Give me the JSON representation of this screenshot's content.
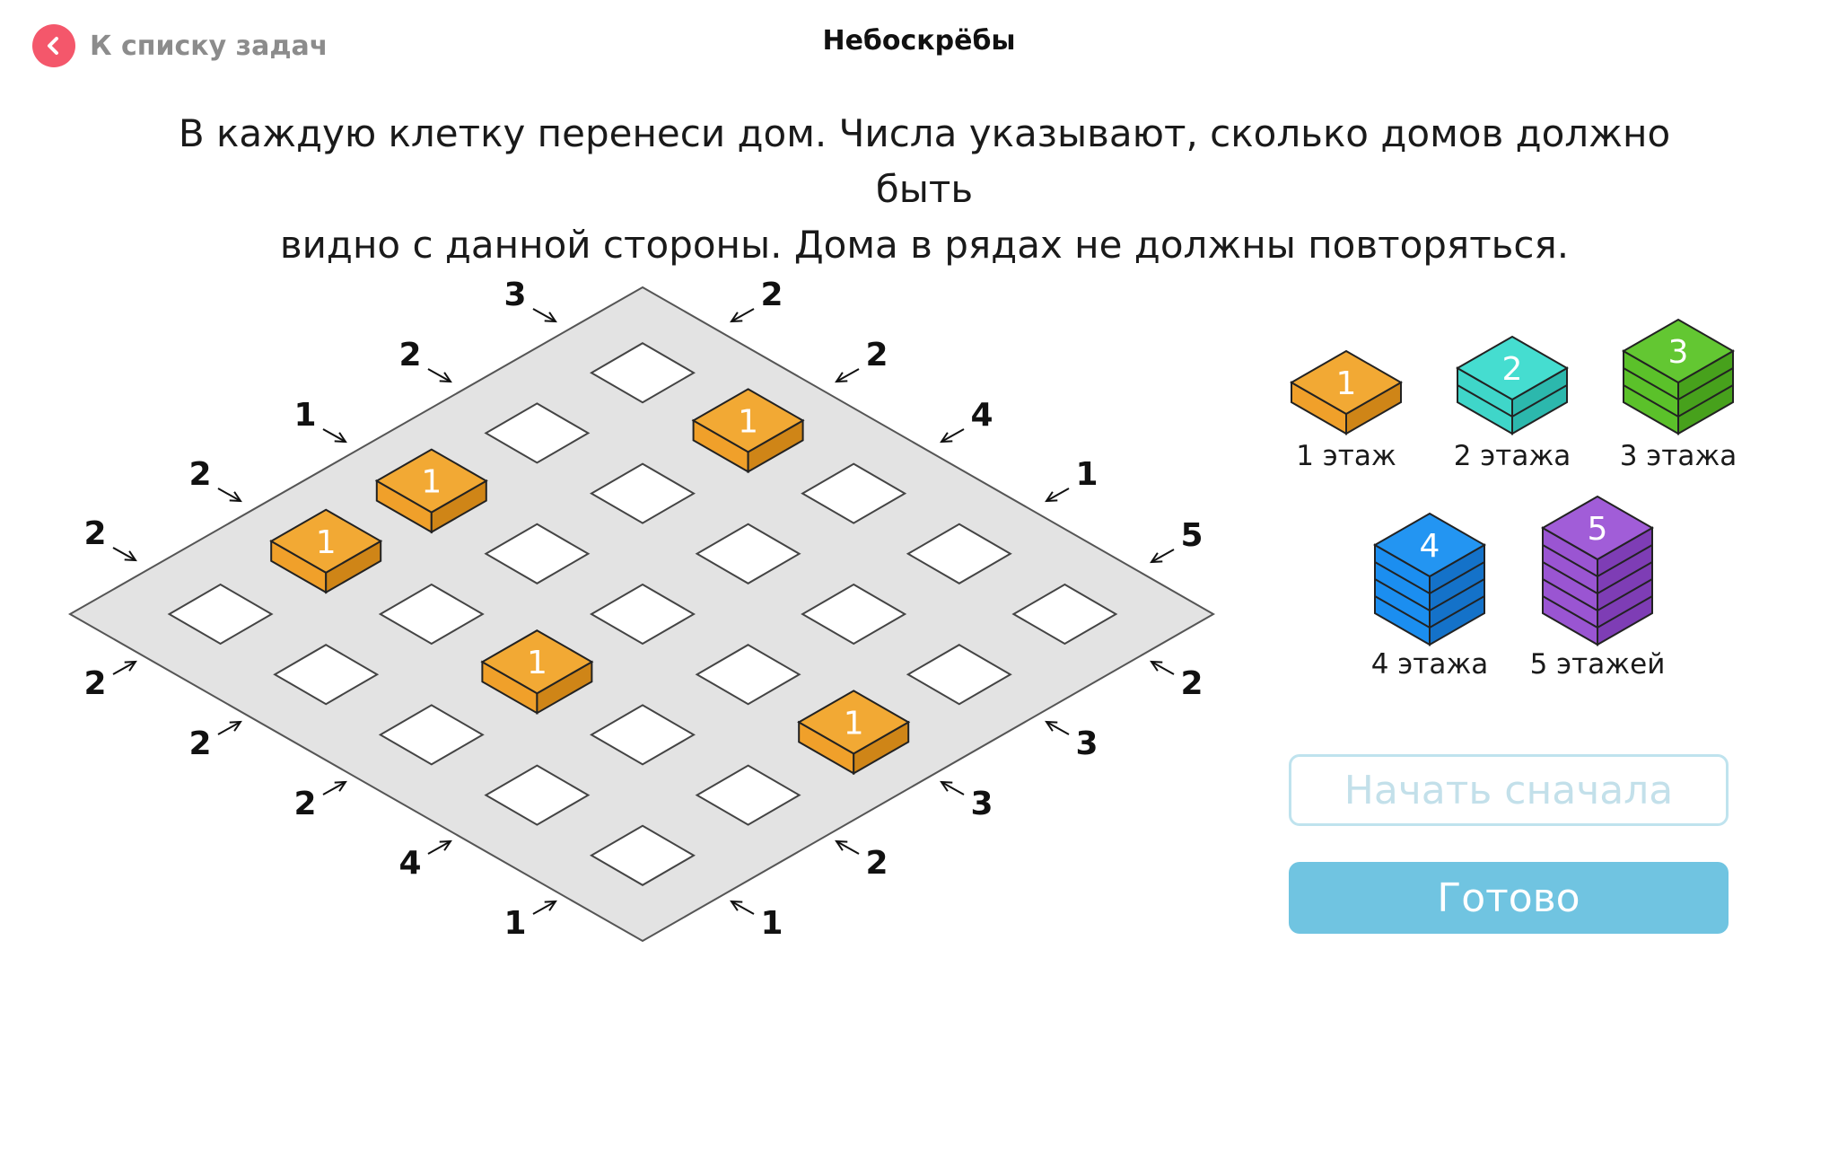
{
  "header": {
    "back_label": "К списку задач",
    "title": "Небоскрёбы"
  },
  "instructions": {
    "line1": "В каждую клетку перенеси дом. Числа указывают, сколько домов должно быть",
    "line2": "видно с данной стороны. Дома в рядах не должны повторяться."
  },
  "board": {
    "size": 5,
    "grid": [
      [
        null,
        1,
        null,
        null,
        null
      ],
      [
        null,
        null,
        null,
        null,
        null
      ],
      [
        1,
        null,
        null,
        null,
        1
      ],
      [
        1,
        null,
        1,
        null,
        null
      ],
      [
        null,
        null,
        null,
        null,
        null
      ]
    ],
    "clues": {
      "top": [
        2,
        2,
        1,
        2,
        3
      ],
      "right": [
        2,
        2,
        4,
        1,
        5
      ],
      "bottom": [
        2,
        3,
        3,
        2,
        1
      ],
      "left": [
        2,
        2,
        2,
        4,
        1
      ]
    }
  },
  "pieces": [
    {
      "floors": 1,
      "label": "1 этаж",
      "color": "#f0a02a",
      "dark": "#cf8517",
      "top": "#f2a934"
    },
    {
      "floors": 2,
      "label": "2 этажа",
      "color": "#3fd6c9",
      "dark": "#2cb8ad",
      "top": "#45ddd0"
    },
    {
      "floors": 3,
      "label": "3 этажа",
      "color": "#5bc12a",
      "dark": "#47a11c",
      "top": "#63c732"
    },
    {
      "floors": 4,
      "label": "4 этажа",
      "color": "#1b8ef0",
      "dark": "#1472c9",
      "top": "#2395f2"
    },
    {
      "floors": 5,
      "label": "5 этажей",
      "color": "#9a55d2",
      "dark": "#7e3db5",
      "top": "#a15dd8"
    }
  ],
  "buttons": {
    "restart": "Начать сначала",
    "done": "Готово"
  },
  "colors": {
    "back_accent": "#f4576b",
    "board_fill": "#e3e3e3",
    "done_button": "#70c4e1"
  }
}
